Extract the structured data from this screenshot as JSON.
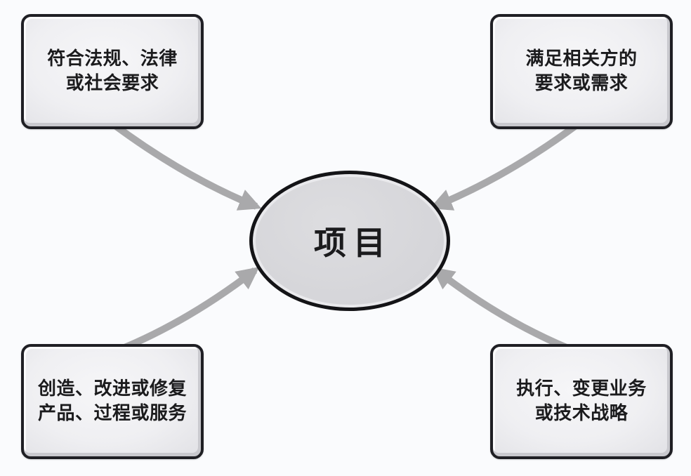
{
  "colors": {
    "background": "#fafbfd",
    "box_border": "#1f1f24",
    "box_frame": "#c9c9ce",
    "ellipse_border": "#141417",
    "ellipse_fill": "#d5d5d9",
    "ellipse_ring": "#e9e9ec",
    "arrow": "#a9a9ab",
    "text": "#1b1b1d"
  },
  "center": {
    "label": "项目"
  },
  "boxes": {
    "top_left": {
      "lines": [
        "符合法规、法律",
        "或社会要求"
      ]
    },
    "top_right": {
      "lines": [
        "满足相关方的",
        "要求或需求"
      ]
    },
    "bottom_left": {
      "lines": [
        "创造、改进或修复",
        "产品、过程或服务"
      ]
    },
    "bottom_right": {
      "lines": [
        "执行、变更业务",
        "或技术战略"
      ]
    }
  }
}
